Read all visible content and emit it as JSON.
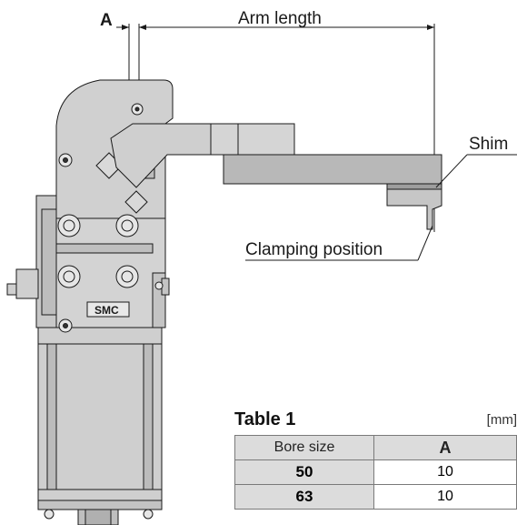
{
  "labels": {
    "a_marker": "A",
    "arm_length": "Arm length",
    "shim": "Shim",
    "clamping_position": "Clamping position",
    "logo_text": "SMC"
  },
  "table": {
    "title": "Table 1",
    "unit": "[mm]",
    "headers": [
      "Bore size",
      "A"
    ],
    "rows": [
      {
        "bore": "50",
        "a": "10"
      },
      {
        "bore": "63",
        "a": "10"
      }
    ]
  }
}
